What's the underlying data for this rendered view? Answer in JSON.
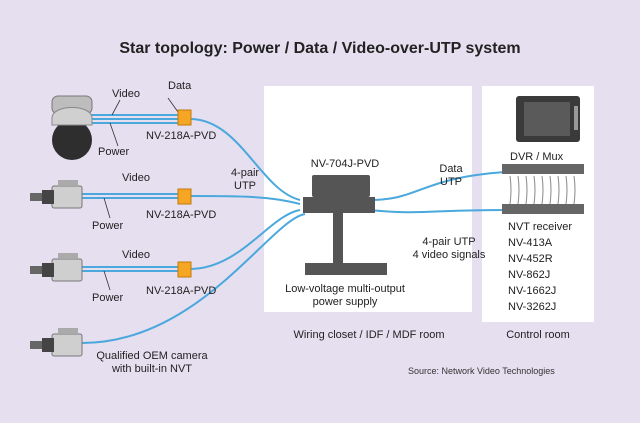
{
  "title": "Star topology: Power / Data / Video-over-UTP system",
  "cameras": [
    {
      "video": "Video",
      "data": "Data",
      "power": "Power",
      "model": "NV-218A-PVD"
    },
    {
      "video": "Video",
      "power": "Power",
      "model": "NV-218A-PVD"
    },
    {
      "video": "Video",
      "power": "Power",
      "model": "NV-218A-PVD"
    }
  ],
  "oem_camera": {
    "line1": "Qualified OEM camera",
    "line2": "with built-in NVT"
  },
  "cable_left": {
    "line1": "4-pair",
    "line2": "UTP"
  },
  "hub": {
    "model": "NV-704J-PVD"
  },
  "psu": {
    "line1": "Low-voltage multi-output",
    "line2": "power supply"
  },
  "closet_caption": "Wiring closet / IDF / MDF room",
  "data_link": {
    "line1": "Data",
    "line2": "UTP"
  },
  "video_link": {
    "line1": "4-pair UTP",
    "line2": "4 video signals"
  },
  "dvr": "DVR / Mux",
  "receivers": [
    "NVT receiver",
    "NV-413A",
    "NV-452R",
    "NV-862J",
    "NV-1662J",
    "NV-3262J"
  ],
  "control_caption": "Control room",
  "source": "Source: Network Video Technologies",
  "colors": {
    "background": "#e6dff0",
    "cable": "#4aa8dc",
    "balun": "#f5a623",
    "device": "#555555"
  }
}
